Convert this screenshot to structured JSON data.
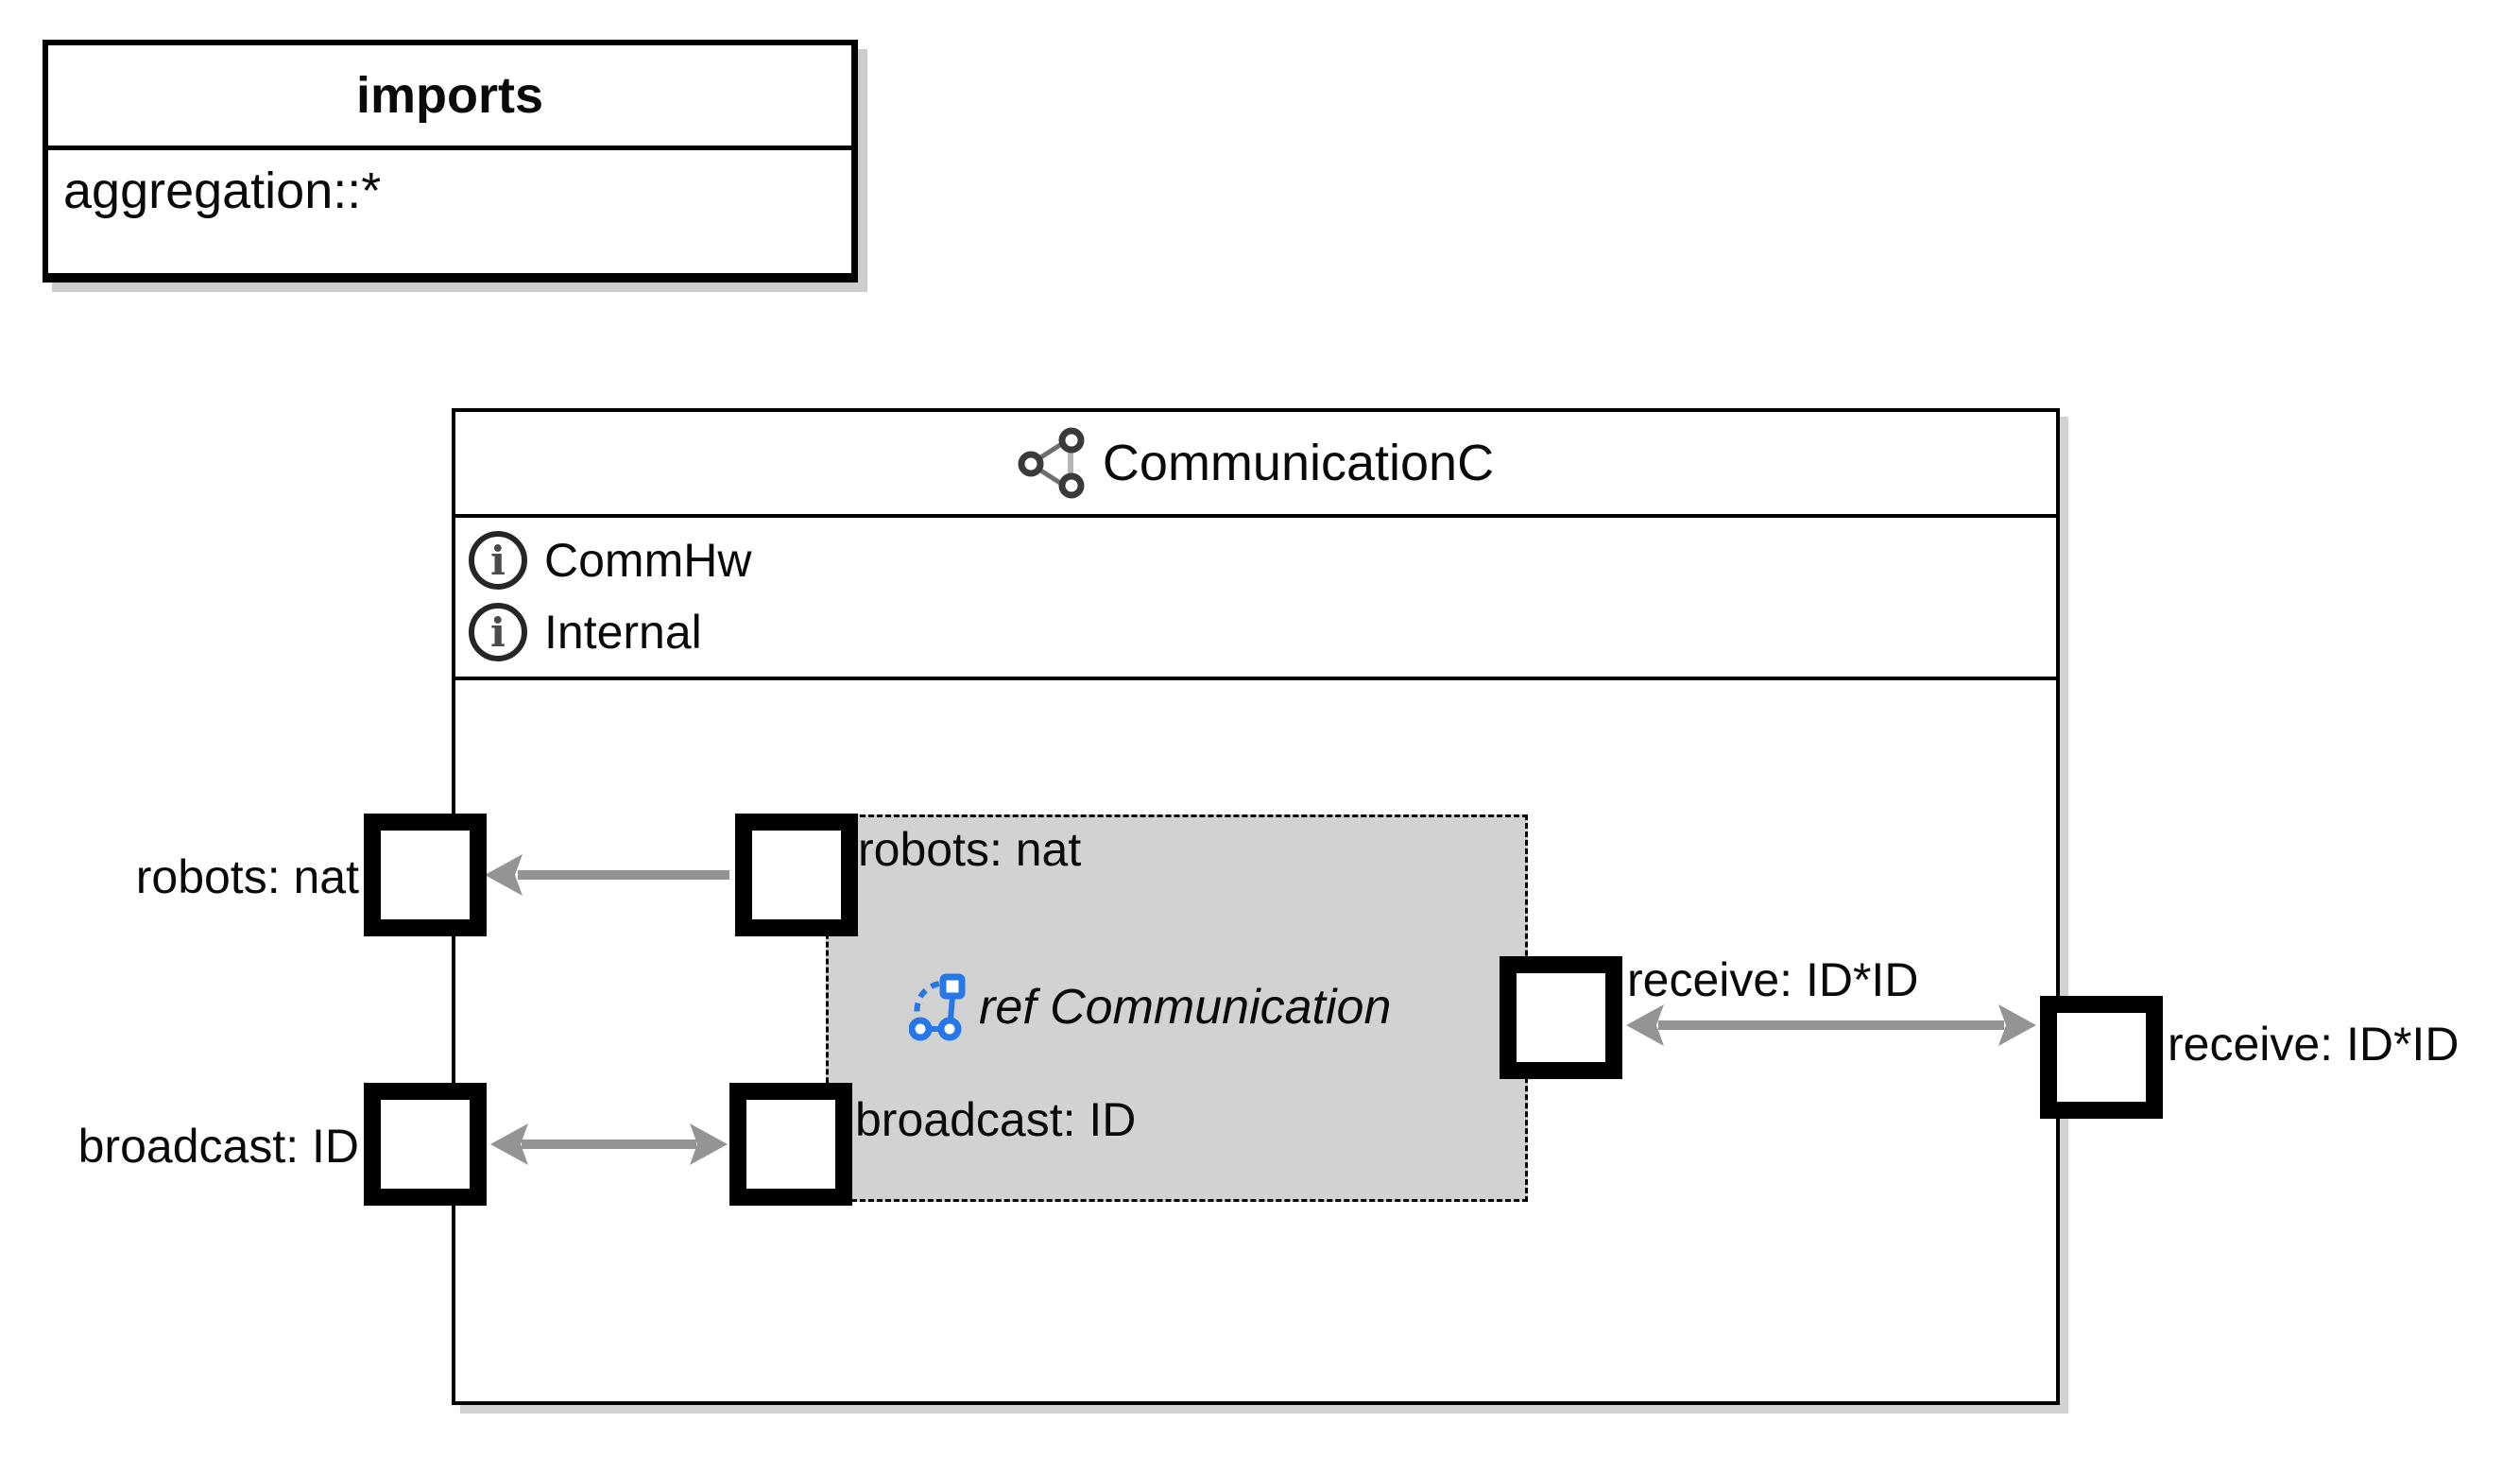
{
  "imports_box": {
    "title": "imports",
    "items": [
      "aggregation::*"
    ]
  },
  "component": {
    "title": "CommunicationC",
    "interfaces": [
      {
        "label": "CommHw"
      },
      {
        "label": "Internal"
      }
    ],
    "ref": {
      "label": "ref Communication"
    },
    "ports": {
      "robots": {
        "outer_label": "robots: nat",
        "inner_label": "robots: nat"
      },
      "broadcast": {
        "outer_label": "broadcast: ID",
        "inner_label": "broadcast: ID"
      },
      "receive": {
        "inner_label": "receive: ID*ID",
        "outer_label": "receive: ID*ID"
      }
    }
  },
  "icons": {
    "component_icon": "share-network-icon",
    "interface_icon": "info-circle-icon",
    "ref_icon": "graph-reference-icon"
  },
  "colors": {
    "arrow_gray": "#949494",
    "ref_box_fill": "#d2d2d2",
    "ref_icon_blue": "#2677e8",
    "shadow_gray": "#cdcdcd",
    "border_black": "#000000"
  }
}
